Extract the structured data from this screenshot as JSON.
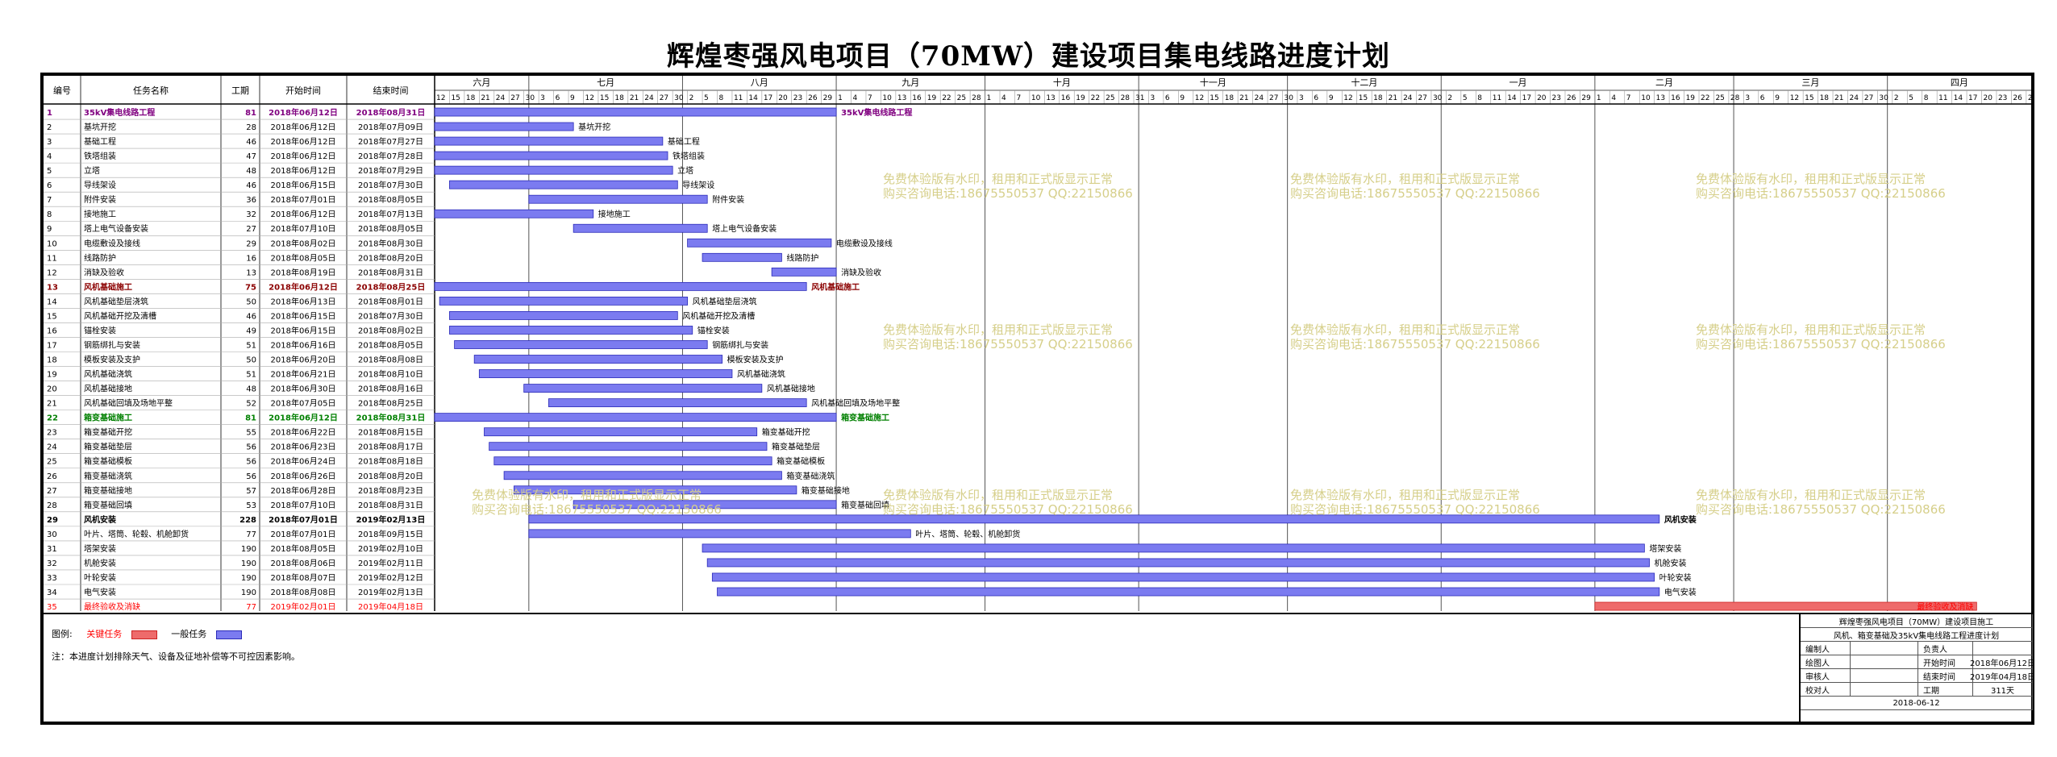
{
  "title": "辉煌枣强风电项目（70MW）建设项目集电线路进度计划",
  "headers": {
    "id": "编号",
    "name": "任务名称",
    "duration": "工期",
    "start": "开始时间",
    "end": "结束时间"
  },
  "months": [
    {
      "label": "六月",
      "start": "2018-06-12",
      "end": "2018-07-01"
    },
    {
      "label": "七月",
      "start": "2018-07-01",
      "end": "2018-08-01"
    },
    {
      "label": "八月",
      "start": "2018-08-01",
      "end": "2018-09-01"
    },
    {
      "label": "九月",
      "start": "2018-09-01",
      "end": "2018-10-01"
    },
    {
      "label": "十月",
      "start": "2018-10-01",
      "end": "2018-11-01"
    },
    {
      "label": "十一月",
      "start": "2018-11-01",
      "end": "2018-12-01"
    },
    {
      "label": "十二月",
      "start": "2018-12-01",
      "end": "2019-01-01"
    },
    {
      "label": "一月",
      "start": "2019-01-01",
      "end": "2019-02-01"
    },
    {
      "label": "二月",
      "start": "2019-02-01",
      "end": "2019-03-01"
    },
    {
      "label": "三月",
      "start": "2019-03-01",
      "end": "2019-04-01"
    },
    {
      "label": "四月",
      "start": "2019-04-01",
      "end": "2019-04-30"
    }
  ],
  "tasks": [
    {
      "id": "1",
      "name": "35kV集电线路工程",
      "duration": "81",
      "start": "2018年06月12日",
      "end": "2018年08月31日",
      "s": "2018-06-12",
      "e": "2018-08-31",
      "kind": "summary",
      "color": "#800080"
    },
    {
      "id": "2",
      "name": "基坑开挖",
      "duration": "28",
      "start": "2018年06月12日",
      "end": "2018年07月09日",
      "s": "2018-06-12",
      "e": "2018-07-09",
      "kind": "task"
    },
    {
      "id": "3",
      "name": "基础工程",
      "duration": "46",
      "start": "2018年06月12日",
      "end": "2018年07月27日",
      "s": "2018-06-12",
      "e": "2018-07-27",
      "kind": "task"
    },
    {
      "id": "4",
      "name": "铁塔组装",
      "duration": "47",
      "start": "2018年06月12日",
      "end": "2018年07月28日",
      "s": "2018-06-12",
      "e": "2018-07-28",
      "kind": "task"
    },
    {
      "id": "5",
      "name": "立塔",
      "duration": "48",
      "start": "2018年06月12日",
      "end": "2018年07月29日",
      "s": "2018-06-12",
      "e": "2018-07-29",
      "kind": "task"
    },
    {
      "id": "6",
      "name": "导线架设",
      "duration": "46",
      "start": "2018年06月15日",
      "end": "2018年07月30日",
      "s": "2018-06-15",
      "e": "2018-07-30",
      "kind": "task"
    },
    {
      "id": "7",
      "name": "附件安装",
      "duration": "36",
      "start": "2018年07月01日",
      "end": "2018年08月05日",
      "s": "2018-07-01",
      "e": "2018-08-05",
      "kind": "task"
    },
    {
      "id": "8",
      "name": "接地施工",
      "duration": "32",
      "start": "2018年06月12日",
      "end": "2018年07月13日",
      "s": "2018-06-12",
      "e": "2018-07-13",
      "kind": "task"
    },
    {
      "id": "9",
      "name": "塔上电气设备安装",
      "duration": "27",
      "start": "2018年07月10日",
      "end": "2018年08月05日",
      "s": "2018-07-10",
      "e": "2018-08-05",
      "kind": "task"
    },
    {
      "id": "10",
      "name": "电缆敷设及接线",
      "duration": "29",
      "start": "2018年08月02日",
      "end": "2018年08月30日",
      "s": "2018-08-02",
      "e": "2018-08-30",
      "kind": "task"
    },
    {
      "id": "11",
      "name": "线路防护",
      "duration": "16",
      "start": "2018年08月05日",
      "end": "2018年08月20日",
      "s": "2018-08-05",
      "e": "2018-08-20",
      "kind": "task"
    },
    {
      "id": "12",
      "name": "消缺及验收",
      "duration": "13",
      "start": "2018年08月19日",
      "end": "2018年08月31日",
      "s": "2018-08-19",
      "e": "2018-08-31",
      "kind": "task"
    },
    {
      "id": "13",
      "name": "风机基础施工",
      "duration": "75",
      "start": "2018年06月12日",
      "end": "2018年08月25日",
      "s": "2018-06-12",
      "e": "2018-08-25",
      "kind": "summary",
      "color": "#8b0000"
    },
    {
      "id": "14",
      "name": "风机基础垫层浇筑",
      "duration": "50",
      "start": "2018年06月13日",
      "end": "2018年08月01日",
      "s": "2018-06-13",
      "e": "2018-08-01",
      "kind": "task"
    },
    {
      "id": "15",
      "name": "风机基础开挖及清槽",
      "duration": "46",
      "start": "2018年06月15日",
      "end": "2018年07月30日",
      "s": "2018-06-15",
      "e": "2018-07-30",
      "kind": "task"
    },
    {
      "id": "16",
      "name": "锚栓安装",
      "duration": "49",
      "start": "2018年06月15日",
      "end": "2018年08月02日",
      "s": "2018-06-15",
      "e": "2018-08-02",
      "kind": "task"
    },
    {
      "id": "17",
      "name": "钢筋绑扎与安装",
      "duration": "51",
      "start": "2018年06月16日",
      "end": "2018年08月05日",
      "s": "2018-06-16",
      "e": "2018-08-05",
      "kind": "task"
    },
    {
      "id": "18",
      "name": "模板安装及支护",
      "duration": "50",
      "start": "2018年06月20日",
      "end": "2018年08月08日",
      "s": "2018-06-20",
      "e": "2018-08-08",
      "kind": "task"
    },
    {
      "id": "19",
      "name": "风机基础浇筑",
      "duration": "51",
      "start": "2018年06月21日",
      "end": "2018年08月10日",
      "s": "2018-06-21",
      "e": "2018-08-10",
      "kind": "task"
    },
    {
      "id": "20",
      "name": "风机基础接地",
      "duration": "48",
      "start": "2018年06月30日",
      "end": "2018年08月16日",
      "s": "2018-06-30",
      "e": "2018-08-16",
      "kind": "task"
    },
    {
      "id": "21",
      "name": "风机基础回填及场地平整",
      "duration": "52",
      "start": "2018年07月05日",
      "end": "2018年08月25日",
      "s": "2018-07-05",
      "e": "2018-08-25",
      "kind": "task"
    },
    {
      "id": "22",
      "name": "箱变基础施工",
      "duration": "81",
      "start": "2018年06月12日",
      "end": "2018年08月31日",
      "s": "2018-06-12",
      "e": "2018-08-31",
      "kind": "summary",
      "color": "#008000"
    },
    {
      "id": "23",
      "name": "箱变基础开挖",
      "duration": "55",
      "start": "2018年06月22日",
      "end": "2018年08月15日",
      "s": "2018-06-22",
      "e": "2018-08-15",
      "kind": "task"
    },
    {
      "id": "24",
      "name": "箱变基础垫层",
      "duration": "56",
      "start": "2018年06月23日",
      "end": "2018年08月17日",
      "s": "2018-06-23",
      "e": "2018-08-17",
      "kind": "task"
    },
    {
      "id": "25",
      "name": "箱变基础模板",
      "duration": "56",
      "start": "2018年06月24日",
      "end": "2018年08月18日",
      "s": "2018-06-24",
      "e": "2018-08-18",
      "kind": "task"
    },
    {
      "id": "26",
      "name": "箱变基础浇筑",
      "duration": "56",
      "start": "2018年06月26日",
      "end": "2018年08月20日",
      "s": "2018-06-26",
      "e": "2018-08-20",
      "kind": "task"
    },
    {
      "id": "27",
      "name": "箱变基础接地",
      "duration": "57",
      "start": "2018年06月28日",
      "end": "2018年08月23日",
      "s": "2018-06-28",
      "e": "2018-08-23",
      "kind": "task"
    },
    {
      "id": "28",
      "name": "箱变基础回填",
      "duration": "53",
      "start": "2018年07月10日",
      "end": "2018年08月31日",
      "s": "2018-07-10",
      "e": "2018-08-31",
      "kind": "task"
    },
    {
      "id": "29",
      "name": "风机安装",
      "duration": "228",
      "start": "2018年07月01日",
      "end": "2019年02月13日",
      "s": "2018-07-01",
      "e": "2019-02-13",
      "kind": "summary",
      "color": "#000000"
    },
    {
      "id": "30",
      "name": "叶片、塔筒、轮毂、机舱卸货",
      "duration": "77",
      "start": "2018年07月01日",
      "end": "2018年09月15日",
      "s": "2018-07-01",
      "e": "2018-09-15",
      "kind": "task"
    },
    {
      "id": "31",
      "name": "塔架安装",
      "duration": "190",
      "start": "2018年08月05日",
      "end": "2019年02月10日",
      "s": "2018-08-05",
      "e": "2019-02-10",
      "kind": "task"
    },
    {
      "id": "32",
      "name": "机舱安装",
      "duration": "190",
      "start": "2018年08月06日",
      "end": "2019年02月11日",
      "s": "2018-08-06",
      "e": "2019-02-11",
      "kind": "task"
    },
    {
      "id": "33",
      "name": "叶轮安装",
      "duration": "190",
      "start": "2018年08月07日",
      "end": "2019年02月12日",
      "s": "2018-08-07",
      "e": "2019-02-12",
      "kind": "task"
    },
    {
      "id": "34",
      "name": "电气安装",
      "duration": "190",
      "start": "2018年08月08日",
      "end": "2019年02月13日",
      "s": "2018-08-08",
      "e": "2019-02-13",
      "kind": "task"
    },
    {
      "id": "35",
      "name": "最终验收及消缺",
      "duration": "77",
      "start": "2019年02月01日",
      "end": "2019年04月18日",
      "s": "2019-02-01",
      "e": "2019-04-18",
      "kind": "critical",
      "color": "#ff0000"
    }
  ],
  "colors": {
    "task_bar": "#7b7bf0",
    "task_bar_border": "#2b2bb8",
    "critical_bar": "#ee6b6b",
    "critical_bar_border": "#cc2222",
    "grid": "#c8c8c8",
    "watermark": "#d6cf8a"
  },
  "legend": {
    "label": "图例:",
    "critical": "关键任务",
    "normal": "一般任务",
    "note": "注：本进度计划排除天气、设备及征地补偿等不可控因素影响。"
  },
  "titleblock": {
    "project": "辉煌枣强风电项目（70MW）建设项目施工",
    "plan": "风机、箱变基础及35kV集电线路工程进度计划",
    "rows": [
      [
        "编制人",
        "",
        "负责人",
        ""
      ],
      [
        "绘图人",
        "",
        "开始时间",
        "2018年06月12日"
      ],
      [
        "审核人",
        "",
        "结束时间",
        "2019年04月18日"
      ],
      [
        "校对人",
        "",
        "工期",
        "311天"
      ]
    ],
    "date": "2018-06-12"
  },
  "watermark": {
    "line1": "免费体验版有水印，租用和正式版显示正常",
    "line2": "购买咨询电话:18675550537 QQ:22150866"
  }
}
